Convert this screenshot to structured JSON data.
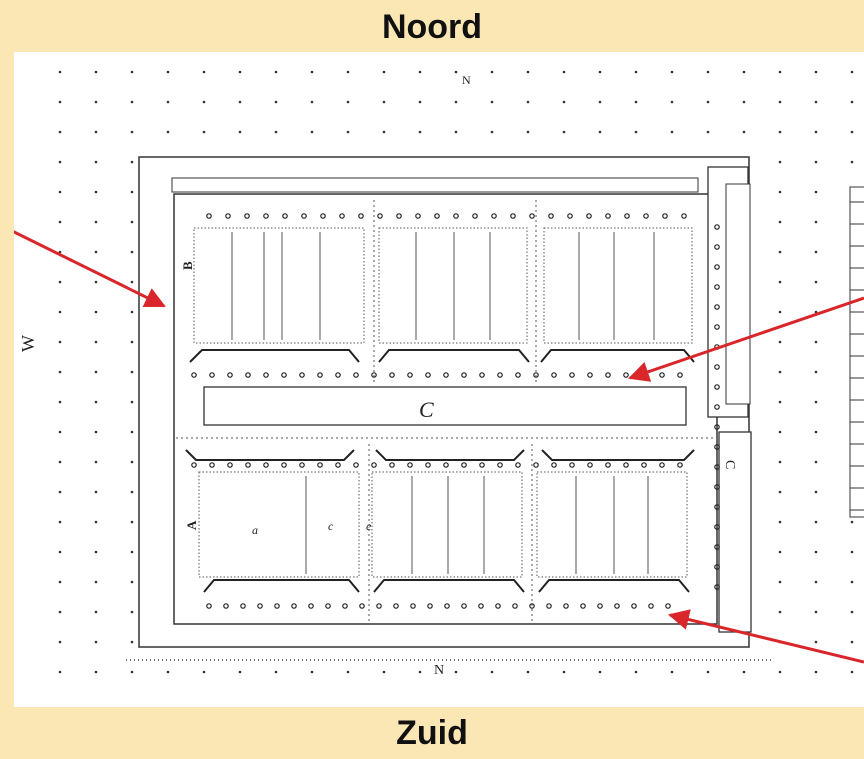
{
  "header": {
    "north_label": "Noord"
  },
  "footer": {
    "south_label": "Zuid"
  },
  "plan": {
    "side_mark": "W",
    "center_label": "C",
    "north_small_mark": "N",
    "south_small_mark": "N",
    "right_mark": "C",
    "field_mark_upper": "B",
    "field_mark_lower": "A",
    "small_labels": [
      "a",
      "c",
      "e"
    ]
  },
  "colors": {
    "background": "#fbe7b3",
    "paper": "#ffffff",
    "ink": "#222222",
    "arrow": "#d9262a"
  }
}
